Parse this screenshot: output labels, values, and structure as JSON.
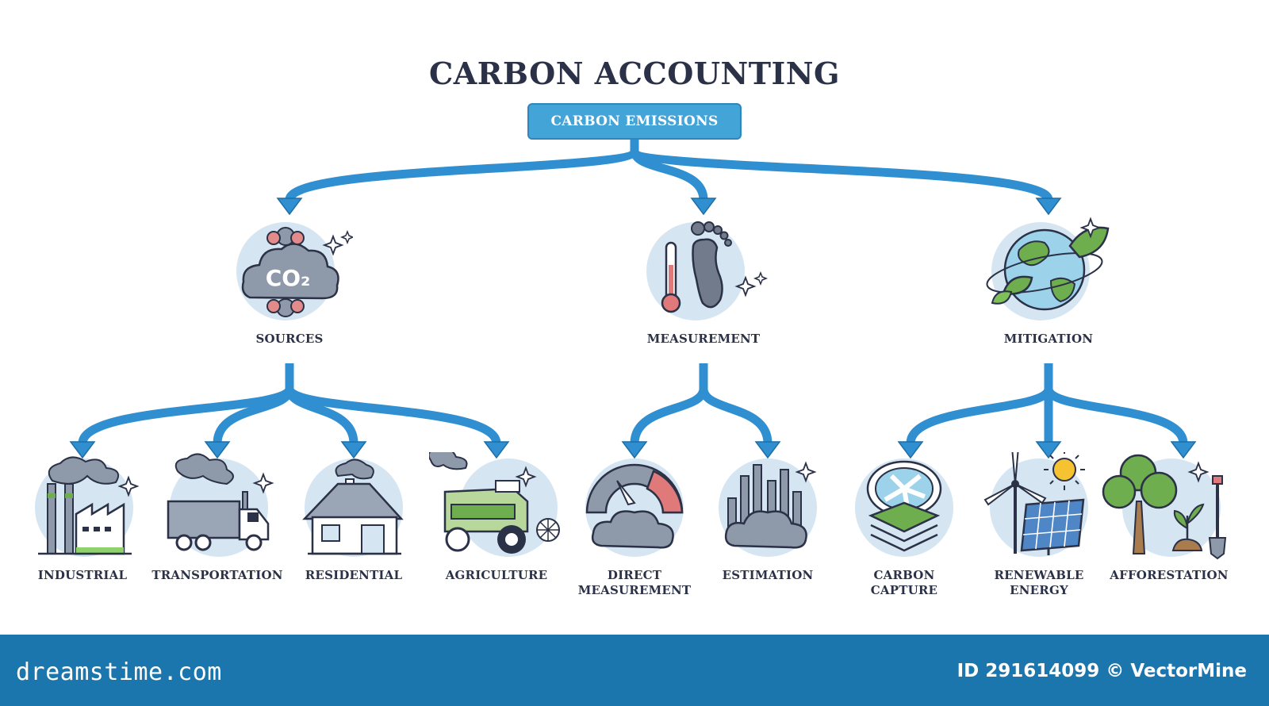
{
  "title": "CARBON ACCOUNTING",
  "root": "CARBON EMISSIONS",
  "categories": [
    {
      "id": "sources",
      "label": "SOURCES",
      "icon": "co2-cloud-icon",
      "icon_text": "CO₂"
    },
    {
      "id": "measurement",
      "label": "MEASUREMENT",
      "icon": "footprint-thermometer-icon"
    },
    {
      "id": "mitigation",
      "label": "MITIGATION",
      "icon": "earth-leaves-icon"
    }
  ],
  "leaves": [
    {
      "label": "INDUSTRIAL",
      "icon": "factory-icon"
    },
    {
      "label": "TRANSPORTATION",
      "icon": "truck-icon"
    },
    {
      "label": "RESIDENTIAL",
      "icon": "house-icon"
    },
    {
      "label": "AGRICULTURE",
      "icon": "harvester-icon"
    },
    {
      "label": "DIRECT MEASUREMENT",
      "icon": "gauge-icon"
    },
    {
      "label": "ESTIMATION",
      "icon": "bar-chart-cloud-icon"
    },
    {
      "label": "CARBON CAPTURE",
      "icon": "carbon-capture-fan-icon"
    },
    {
      "label": "RENEWABLE ENERGY",
      "icon": "wind-solar-icon"
    },
    {
      "label": "AFFORESTATION",
      "icon": "tree-planting-icon"
    }
  ],
  "footer": {
    "brand": "dreamstime.com",
    "stock_id": "ID 291614099 © VectorMine"
  },
  "colors": {
    "arrow": "#2f8fd0",
    "circle": "#d5e5f2",
    "title": "#2b3146",
    "footer": "#1b76ad"
  }
}
